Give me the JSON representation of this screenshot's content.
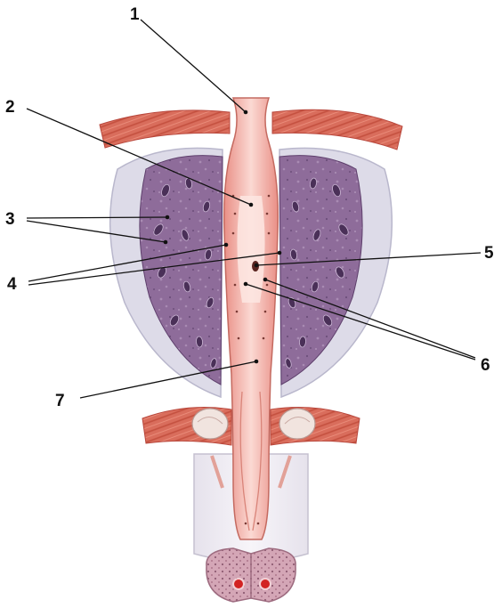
{
  "figure": {
    "colors": {
      "background": "#ffffff",
      "muscle": "#d9695a",
      "muscle_dark": "#b8473c",
      "capsule": "#dcdcea",
      "capsule_edge": "#b9b7cc",
      "gland_tissue": "#8c6a98",
      "gland_dark": "#5e3f6c",
      "urethra": "#f0a9a0",
      "urethra_light": "#f8d2cc",
      "corpus": "#c796a8",
      "label_ink": "#111111"
    },
    "callouts": [
      {
        "number": "1"
      },
      {
        "number": "2"
      },
      {
        "number": "3"
      },
      {
        "number": "4"
      },
      {
        "number": "5"
      },
      {
        "number": "6"
      },
      {
        "number": "7"
      }
    ]
  }
}
